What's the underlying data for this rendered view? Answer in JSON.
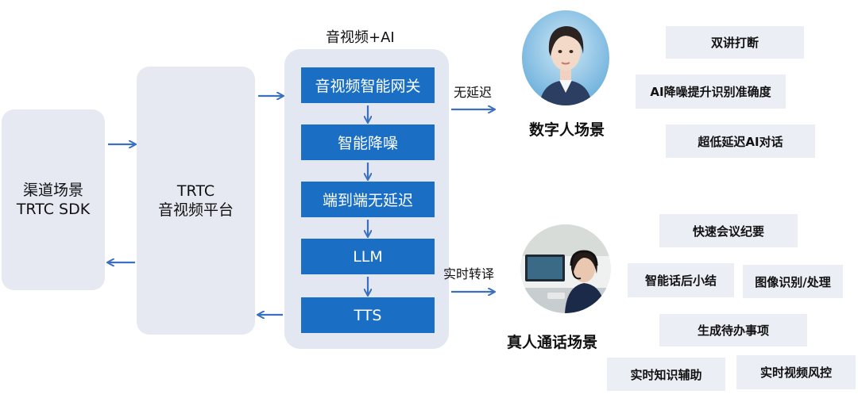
{
  "ai_panel": {
    "title": "音视频+AI"
  },
  "channel_box": {
    "line1": "渠道场景",
    "line2": "TRTC SDK"
  },
  "trtc_box": {
    "line1": "TRTC",
    "line2": "音视频平台"
  },
  "pipeline_steps": [
    "音视频智能网关",
    "智能降噪",
    "端到端无延迟",
    "LLM",
    "TTS"
  ],
  "connectors": {
    "no_latency": "无延迟",
    "realtime_transcribe": "实时转译"
  },
  "digital_human": {
    "scene_label": "数字人场景",
    "features": [
      "双讲打断",
      "AI降噪提升识别准确度",
      "超低延迟AI对话"
    ]
  },
  "real_call": {
    "scene_label": "真人通话场景",
    "features": [
      "快速会议纪要",
      "智能话后小结",
      "图像识别/处理",
      "生成待办事项",
      "实时知识辅助",
      "实时视频风控"
    ]
  },
  "colors": {
    "step_blue": "#1a6fc4",
    "arrow_blue": "#3b6fc0",
    "panel_gray": "#e6e9f2",
    "tag_bg": "#eceef5"
  }
}
